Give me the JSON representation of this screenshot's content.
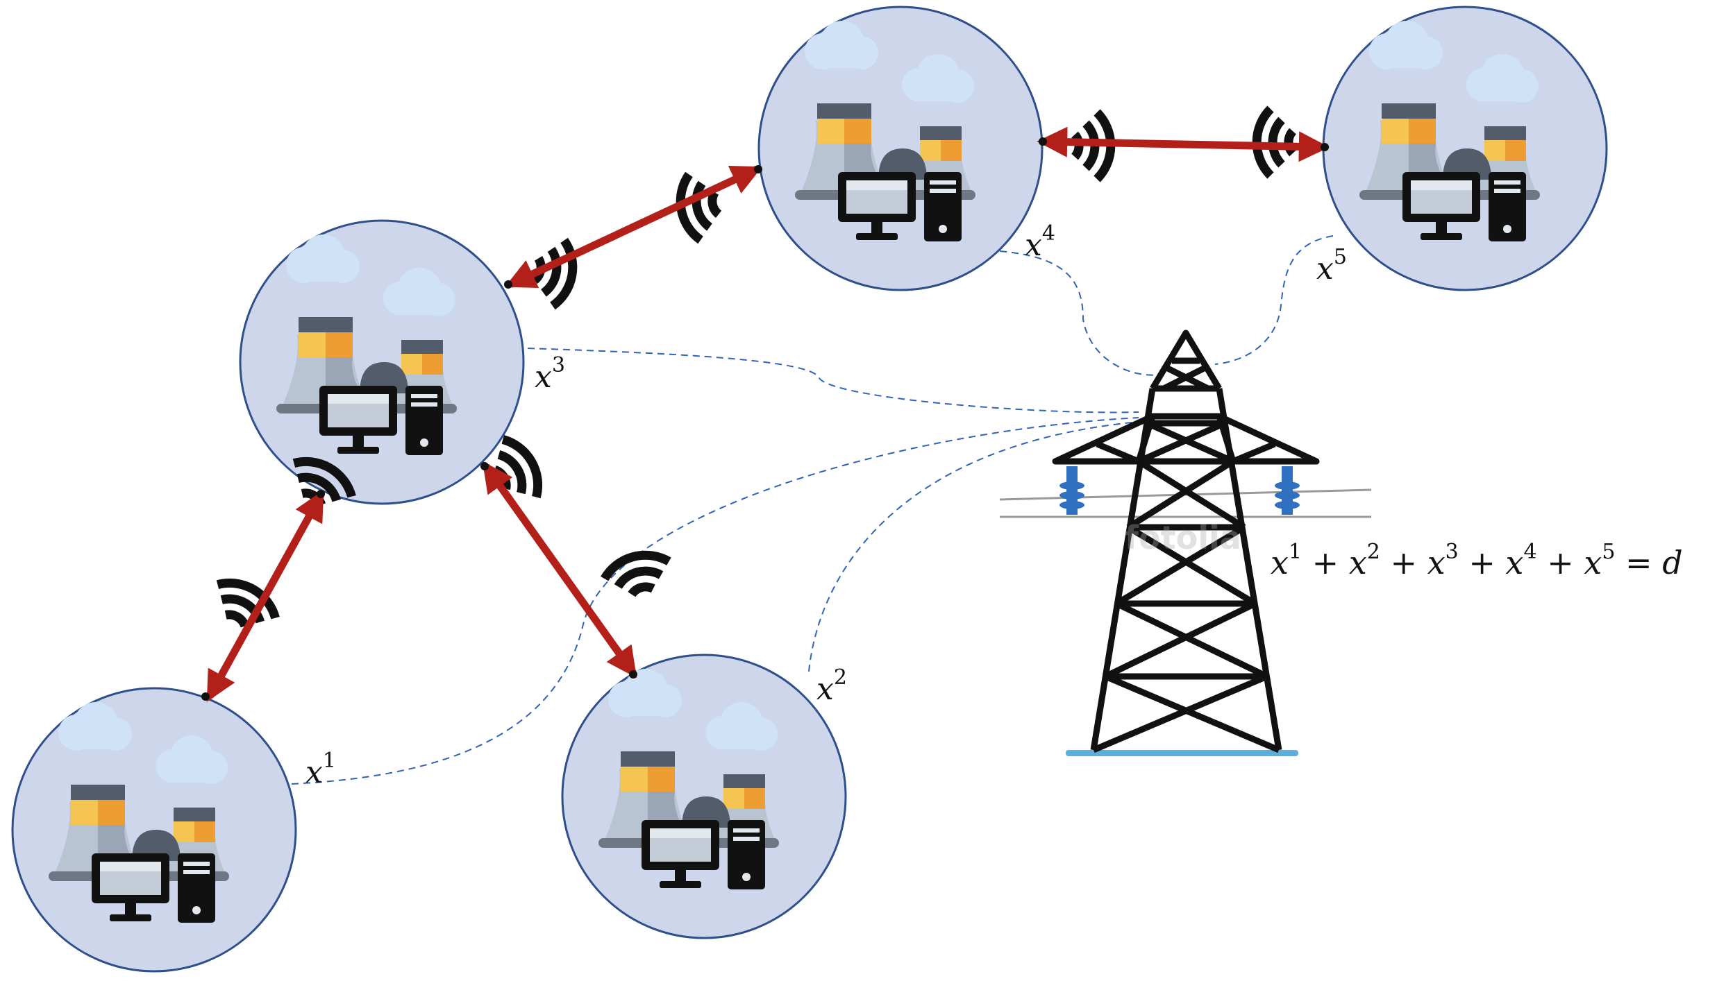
{
  "nodes": [
    {
      "id": "n1",
      "label": "x",
      "sup": "1"
    },
    {
      "id": "n2",
      "label": "x",
      "sup": "2"
    },
    {
      "id": "n3",
      "label": "x",
      "sup": "3"
    },
    {
      "id": "n4",
      "label": "x",
      "sup": "4"
    },
    {
      "id": "n5",
      "label": "x",
      "sup": "5"
    }
  ],
  "links": [
    {
      "from": "n1",
      "to": "n3"
    },
    {
      "from": "n2",
      "to": "n3"
    },
    {
      "from": "n3",
      "to": "n4"
    },
    {
      "from": "n4",
      "to": "n5"
    }
  ],
  "equation": {
    "terms": [
      {
        "var": "x",
        "sup": "1"
      },
      {
        "var": "x",
        "sup": "2"
      },
      {
        "var": "x",
        "sup": "3"
      },
      {
        "var": "x",
        "sup": "4"
      },
      {
        "var": "x",
        "sup": "5"
      }
    ],
    "operator": "+",
    "equals": "=",
    "rhs": "d"
  },
  "watermark": "fotolia",
  "colors": {
    "node_fill": "#cdd6ea",
    "node_border": "#2f4f8a",
    "link_arrow": "#b3201a",
    "power_line": "#2e63b5",
    "insulator": "#3070c0",
    "tower": "#111111",
    "ground": "#5aaee0"
  }
}
